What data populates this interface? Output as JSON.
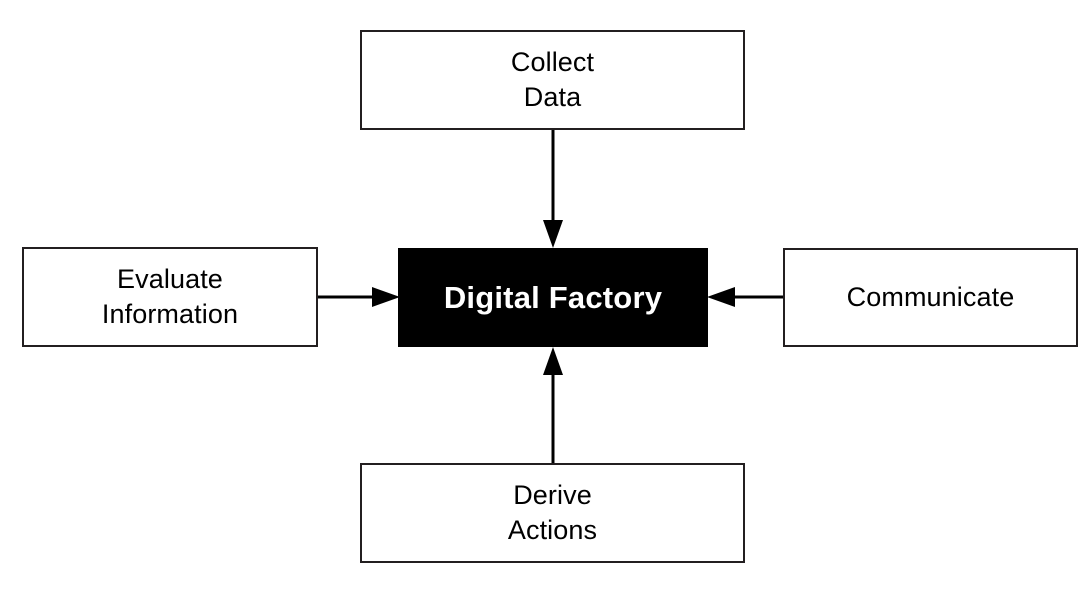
{
  "diagram": {
    "type": "flow-diagram",
    "layout": "central-hub-with-four-inbound-arrows",
    "background_color": "#ffffff",
    "center": {
      "label": "Digital Factory",
      "fill_color": "#000000",
      "text_color": "#ffffff",
      "bold": true
    },
    "nodes": [
      {
        "id": "collect-data",
        "label": "Collect\nData",
        "position": "top",
        "fill_color": "#ffffff",
        "border_color": "#231f20",
        "text_color": "#000000"
      },
      {
        "id": "evaluate-information",
        "label": "Evaluate\nInformation",
        "position": "left",
        "fill_color": "#ffffff",
        "border_color": "#231f20",
        "text_color": "#000000"
      },
      {
        "id": "communicate",
        "label": "Communicate",
        "position": "right",
        "fill_color": "#ffffff",
        "border_color": "#231f20",
        "text_color": "#000000"
      },
      {
        "id": "derive-actions",
        "label": "Derive\nActions",
        "position": "bottom",
        "fill_color": "#ffffff",
        "border_color": "#231f20",
        "text_color": "#000000"
      }
    ],
    "edges": [
      {
        "id": "collect-data-to-center",
        "from": "collect-data",
        "to": "digital-factory",
        "direction": "down",
        "arrowhead": "filled-triangle",
        "color": "#000000"
      },
      {
        "id": "evaluate-information-to-center",
        "from": "evaluate-information",
        "to": "digital-factory",
        "direction": "right",
        "arrowhead": "filled-triangle",
        "color": "#000000"
      },
      {
        "id": "communicate-to-center",
        "from": "communicate",
        "to": "digital-factory",
        "direction": "left",
        "arrowhead": "filled-triangle",
        "color": "#000000"
      },
      {
        "id": "derive-actions-to-center",
        "from": "derive-actions",
        "to": "digital-factory",
        "direction": "up",
        "arrowhead": "filled-triangle",
        "color": "#000000"
      }
    ]
  }
}
